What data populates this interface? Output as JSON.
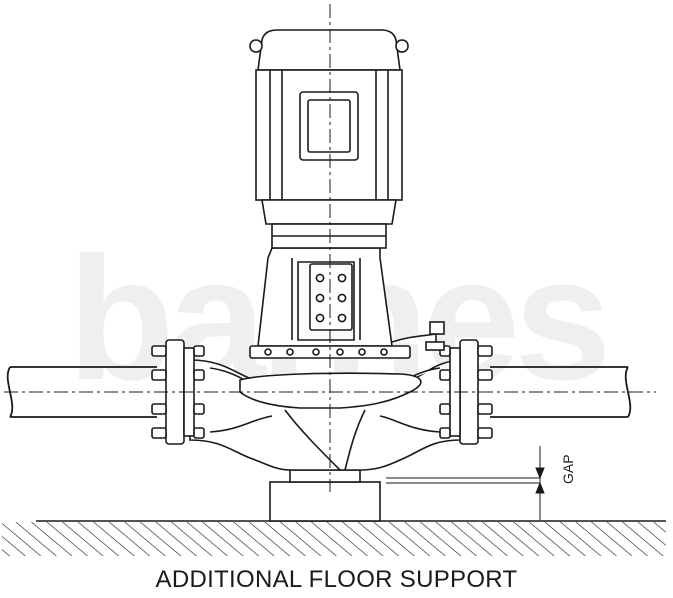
{
  "watermark": {
    "text": "barnes"
  },
  "labels": {
    "gap": "GAP",
    "caption": "ADDITIONAL FLOOR SUPPORT"
  },
  "colors": {
    "line": "#1a1a1a",
    "watermark": "#efefef",
    "background": "#ffffff"
  }
}
